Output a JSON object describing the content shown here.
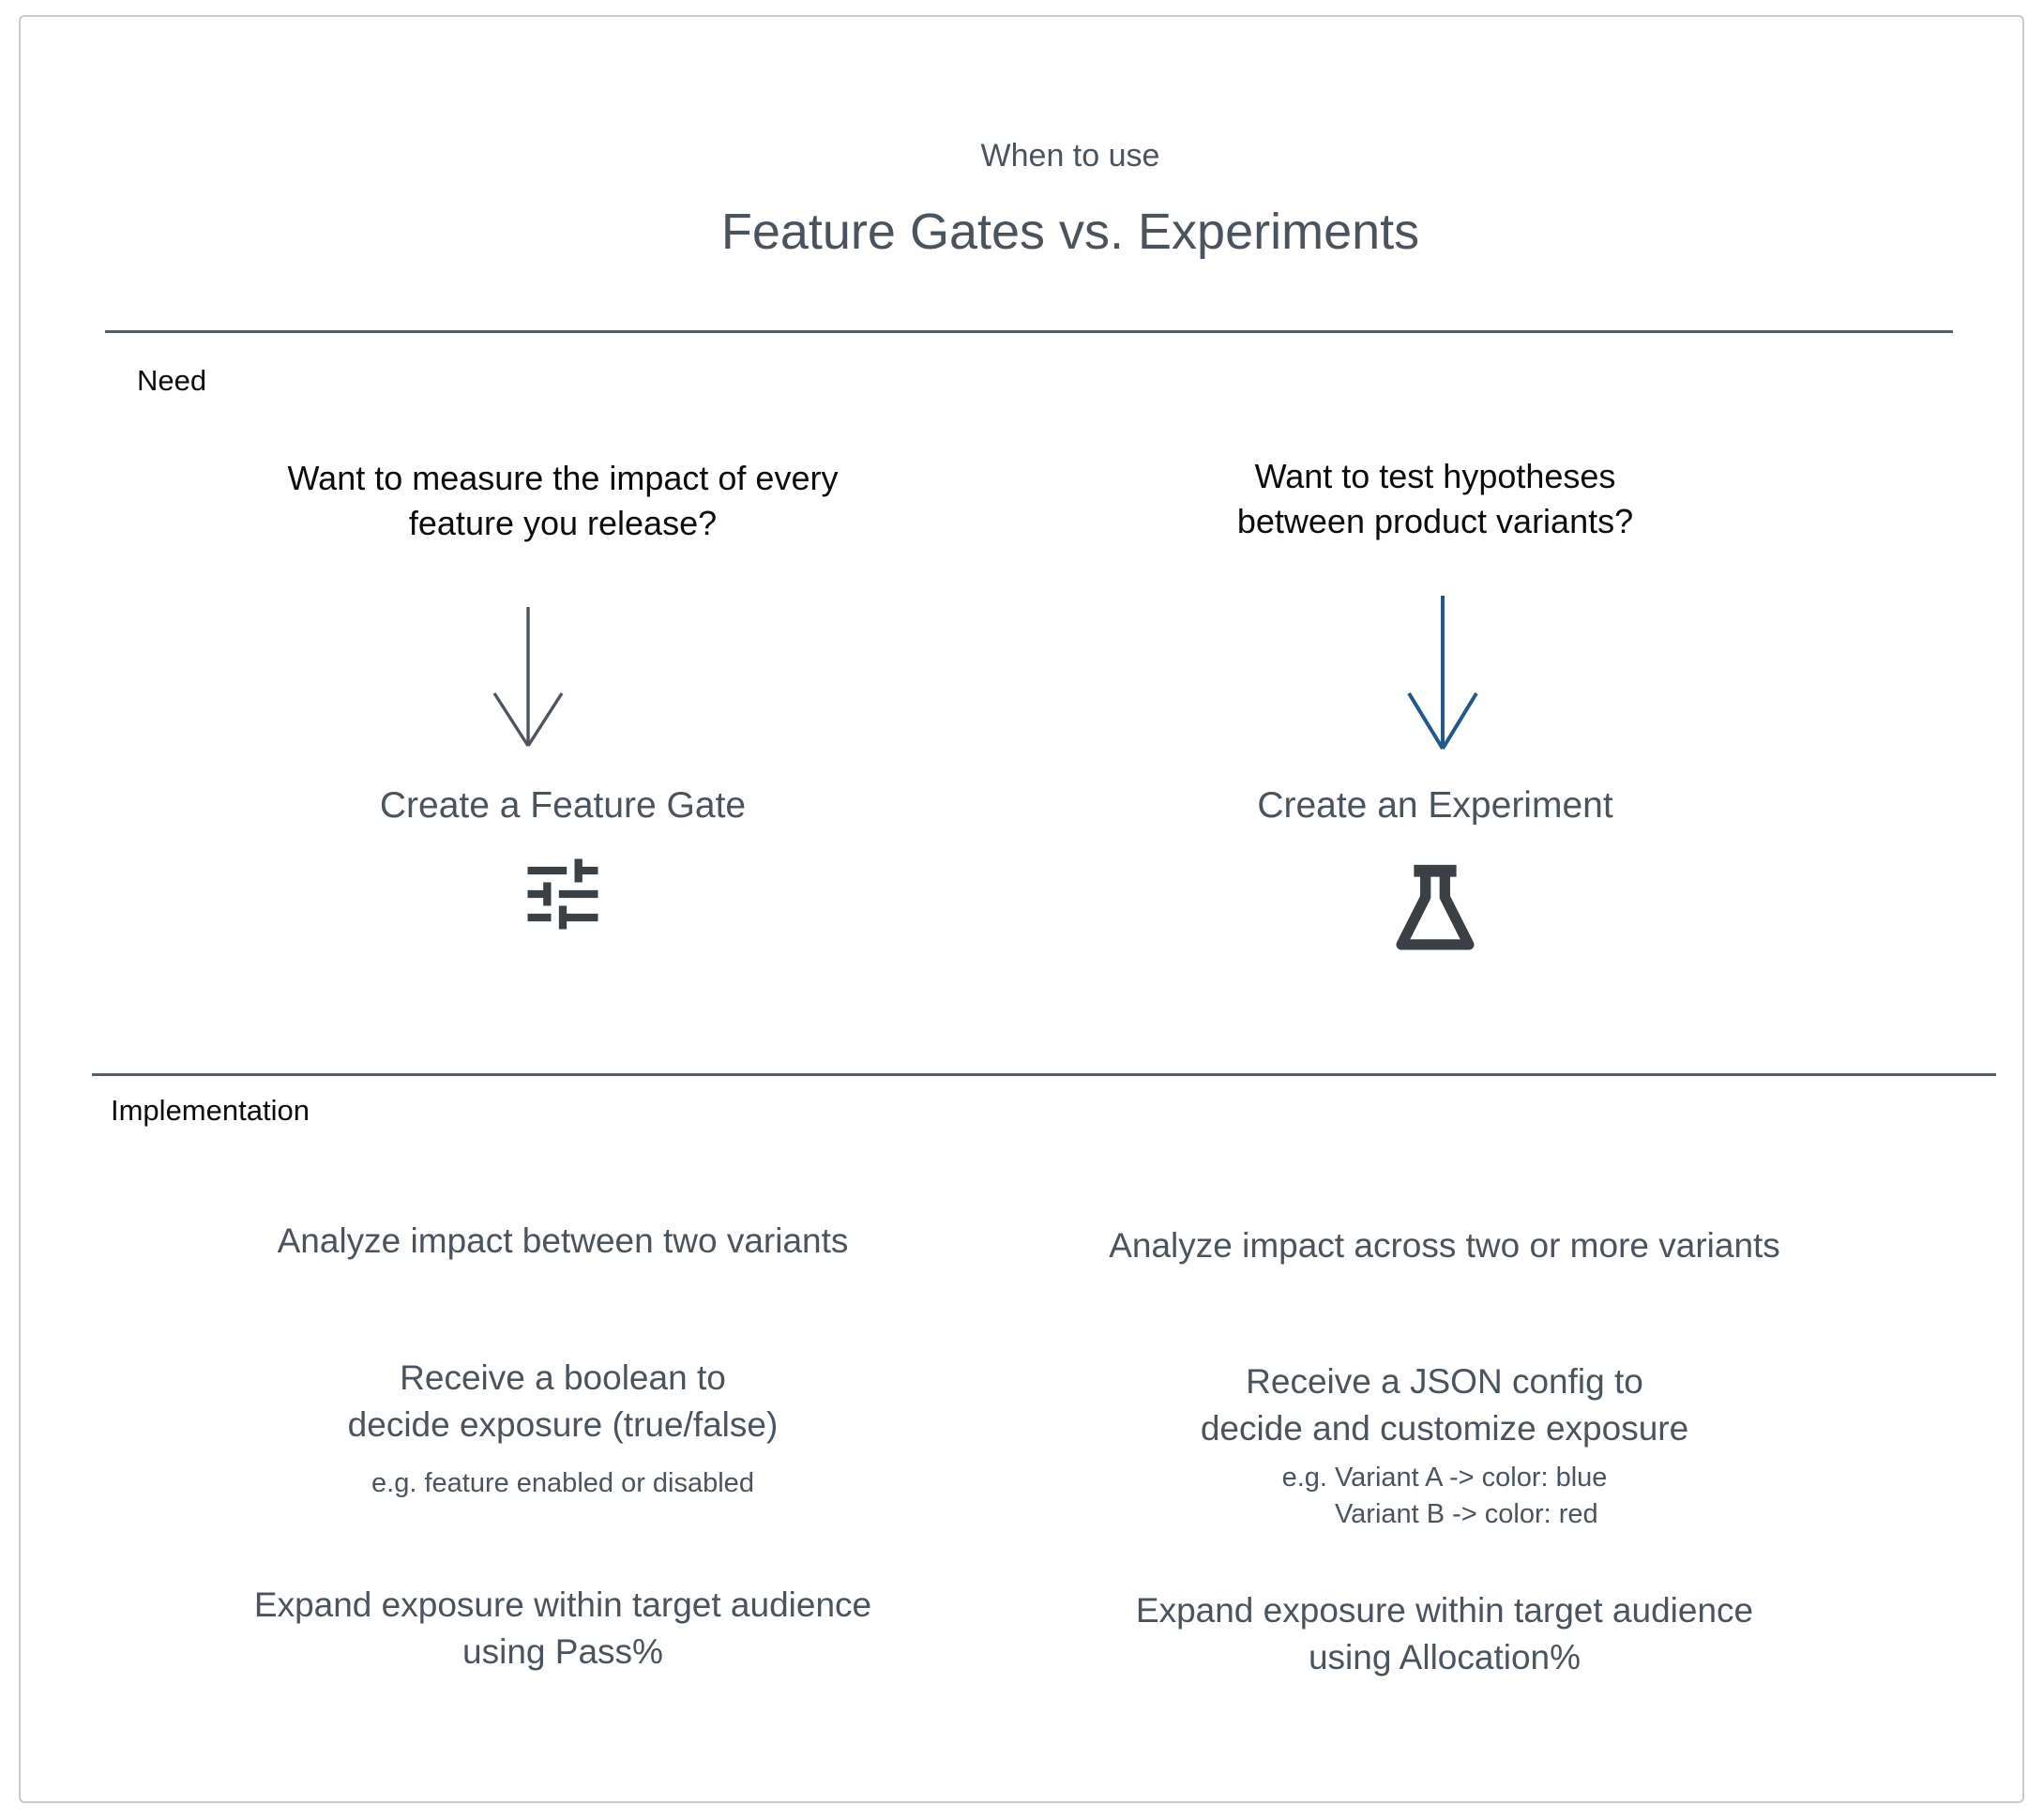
{
  "header": {
    "kicker": "When to use",
    "title": "Feature Gates vs. Experiments"
  },
  "need": {
    "label": "Need",
    "feature_gate": {
      "question": "Want to measure the impact of every\nfeature you release?",
      "action": "Create a Feature Gate",
      "icon": "tune-sliders-icon"
    },
    "experiment": {
      "question": "Want to test hypotheses\nbetween product variants?",
      "action": "Create an Experiment",
      "icon": "flask-icon"
    }
  },
  "implementation": {
    "label": "Implementation",
    "feature_gate": {
      "analyze": "Analyze impact between two variants",
      "receive": "Receive a boolean to\ndecide exposure (true/false)",
      "receive_example": "e.g. feature enabled or disabled",
      "expand": "Expand exposure within target audience\nusing Pass%"
    },
    "experiment": {
      "analyze": "Analyze impact across two or more variants",
      "receive": "Receive a JSON config to\ndecide and customize exposure",
      "receive_example": "e.g. Variant A -> color: blue\n       Variant B -> color: red",
      "expand": "Expand exposure within target audience\nusing Allocation%"
    }
  },
  "colors": {
    "slate_text": "#4a545f",
    "black_text": "#0c0c0c",
    "divider": "#575e68",
    "icon": "#3b4045",
    "arrow_gray": "#4d565f",
    "arrow_blue": "#23588a",
    "frame_border": "#cbcbcb"
  }
}
